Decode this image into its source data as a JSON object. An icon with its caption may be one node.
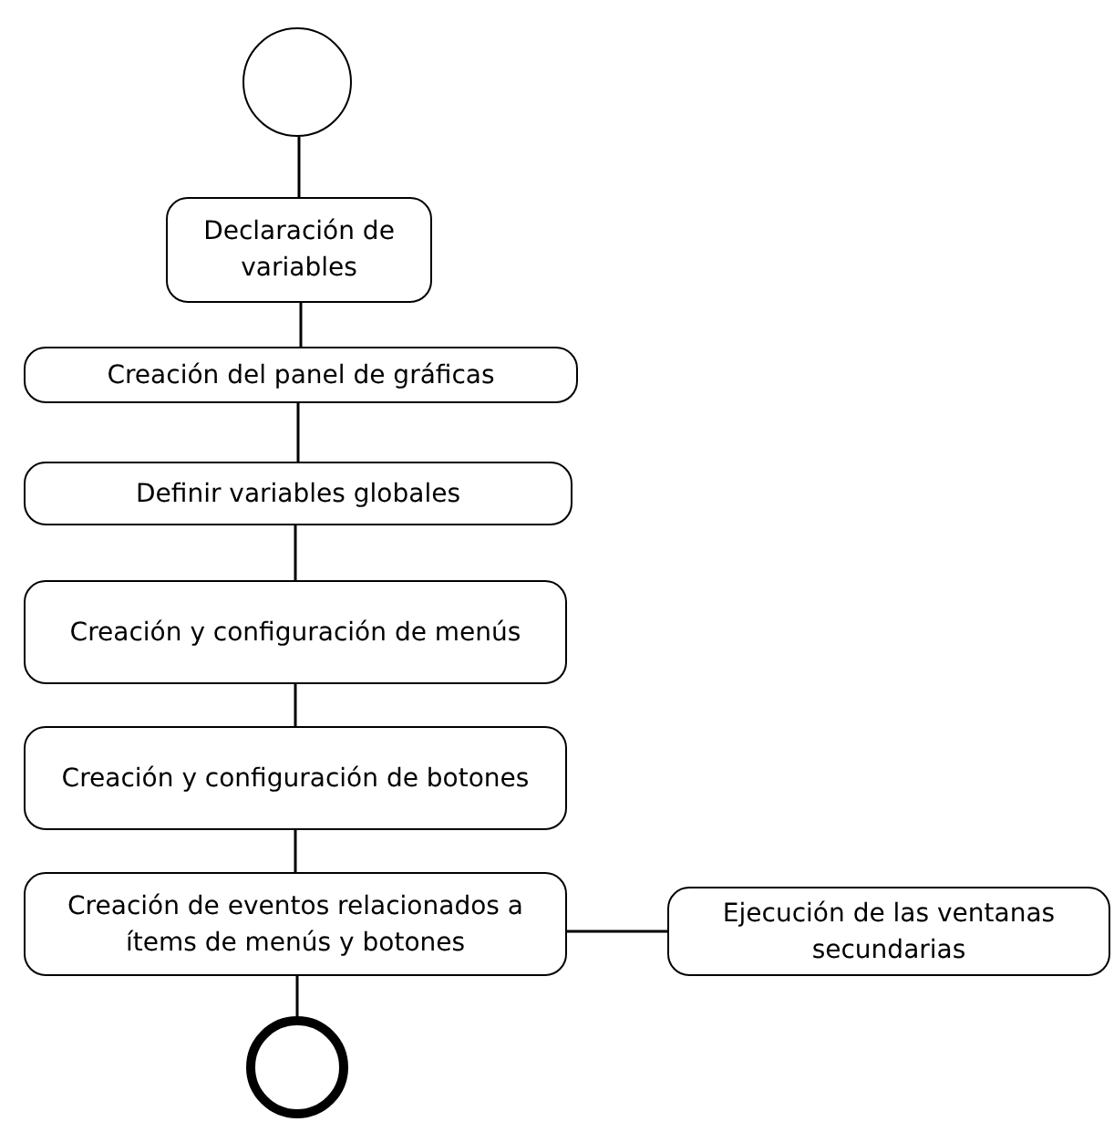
{
  "diagram": {
    "nodes": [
      {
        "text": [],
        "shape": "circle"
      },
      {
        "text": [
          "Declaración de variables"
        ]
      },
      {
        "text": [
          "Creación del panel de gráficas"
        ]
      },
      {
        "text": [
          "Definir variables globales"
        ]
      },
      {
        "text": [
          "Creación y configuración de menús"
        ]
      },
      {
        "text": [
          "Creación y configuración de botones"
        ]
      },
      {
        "text": [
          "Creación de eventos relacionados a ítems de menús y botones"
        ]
      },
      {
        "text": [
          "Ejecución de las ventanas secundarias"
        ]
      },
      {
        "text": [],
        "shape": "circle"
      }
    ],
    "edges": [
      {
        "from": 0,
        "to": 1,
        "arrow": "none"
      },
      {
        "from": 1,
        "to": 2,
        "arrow": "none"
      },
      {
        "from": 2,
        "to": 3,
        "arrow": "none"
      },
      {
        "from": 3,
        "to": 4,
        "arrow": "none"
      },
      {
        "from": 4,
        "to": 5,
        "arrow": "none"
      },
      {
        "from": 5,
        "to": 6,
        "arrow": "none"
      },
      {
        "from": 6,
        "to": 7,
        "arrow": "none"
      },
      {
        "from": 6,
        "to": 8,
        "arrow": "none"
      }
    ]
  }
}
